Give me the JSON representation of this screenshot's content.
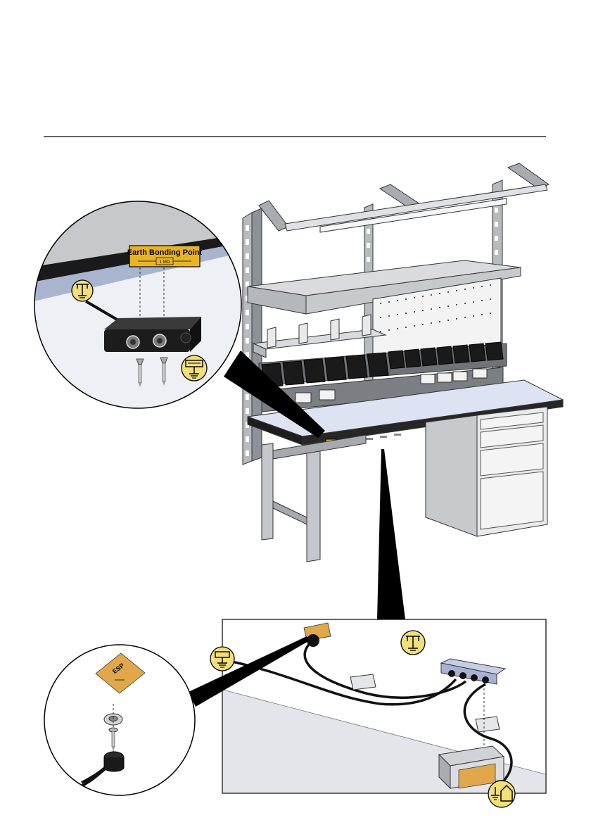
{
  "colors": {
    "accent_yellow": "#f0df7a",
    "label_yellow": "#e8b426",
    "esd_orange": "#e0a84a",
    "desk_top": "#dde3f2",
    "frame_gray": "#9a9ea4",
    "black": "#111111"
  },
  "stickers": {
    "earth_bonding_point": "Earth Bonding Point",
    "resistance": "1 MΩ",
    "esp_tag": "ESP"
  },
  "icons": {
    "ground_terminal_top": "ground-terminal-icon",
    "ground_terminal_right": "ground-terminal-icon",
    "ground_terminal_inset": "ground-terminal-icon",
    "ground_plug_left": "ground-plug-icon",
    "earth_building": "earth-building-icon",
    "esd_bracket": "esd-bonding-bracket-icon"
  }
}
